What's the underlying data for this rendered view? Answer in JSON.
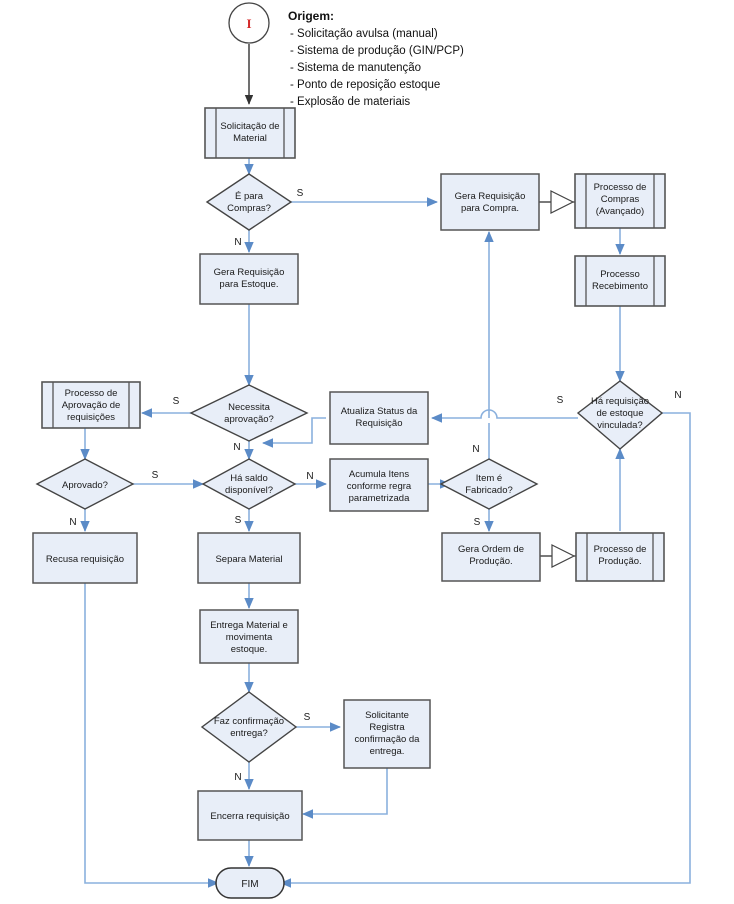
{
  "diagram": {
    "title_block": {
      "heading": "Origem:",
      "items": [
        "- Solicitação avulsa (manual)",
        "- Sistema de produção (GIN/PCP)",
        "- Sistema de manutenção",
        "- Ponto de reposição estoque",
        "- Explosão de materiais"
      ]
    },
    "colors": {
      "node_fill": "#e8eef8",
      "node_stroke": "#555555",
      "flow_line": "#8ab0dd",
      "dark_line": "#333333",
      "start_marker": "#d42a2a",
      "text": "#1a1a1a"
    },
    "nodes": {
      "start": {
        "label": "I",
        "shape": "start-circle"
      },
      "solicitacao_material": {
        "label_1": "Solicitação de",
        "label_2": "Material",
        "shape": "predefined-process"
      },
      "e_para_compras": {
        "label_1": "É para",
        "label_2": "Compras?",
        "shape": "decision"
      },
      "gera_req_compra": {
        "label_1": "Gera Requisição",
        "label_2": "para Compra.",
        "shape": "process"
      },
      "processo_compras": {
        "label_1": "Processo de",
        "label_2": "Compras",
        "label_3": "(Avançado)",
        "shape": "predefined-process"
      },
      "processo_recebimento": {
        "label_1": "Processo",
        "label_2": "Recebimento",
        "shape": "predefined-process"
      },
      "gera_req_estoque": {
        "label_1": "Gera Requisição",
        "label_2": "para Estoque.",
        "shape": "process"
      },
      "necessita_aprovacao": {
        "label_1": "Necessita",
        "label_2": "aprovação?",
        "shape": "decision"
      },
      "processo_aprovacao": {
        "label_1": "Processo de",
        "label_2": "Aprovação de",
        "label_3": "requisições",
        "shape": "predefined-process"
      },
      "aprovado": {
        "label_1": "Aprovado?",
        "shape": "decision"
      },
      "recusa_requisicao": {
        "label_1": "Recusa requisição",
        "shape": "process"
      },
      "ha_saldo": {
        "label_1": "Há saldo",
        "label_2": "disponível?",
        "shape": "decision"
      },
      "atualiza_status": {
        "label_1": "Atualiza Status da",
        "label_2": "Requisição",
        "shape": "process"
      },
      "acumula_itens": {
        "label_1": "Acumula Itens",
        "label_2": "conforme regra",
        "label_3": "parametrizada",
        "shape": "process"
      },
      "item_fabricado": {
        "label_1": "Item é",
        "label_2": "Fabricado?",
        "shape": "decision"
      },
      "ha_requisicao_estoque": {
        "label_1": "Há requisição",
        "label_2": "de estoque",
        "label_3": "vinculada?",
        "shape": "decision"
      },
      "gera_ordem_producao": {
        "label_1": "Gera Ordem de",
        "label_2": "Produção.",
        "shape": "process"
      },
      "processo_producao": {
        "label_1": "Processo de",
        "label_2": "Produção.",
        "shape": "predefined-process"
      },
      "separa_material": {
        "label_1": "Separa Material",
        "shape": "process"
      },
      "entrega_material": {
        "label_1": "Entrega Material e",
        "label_2": "movimenta",
        "label_3": "estoque.",
        "shape": "process"
      },
      "faz_confirmacao": {
        "label_1": "Faz confirmação",
        "label_2": "entrega?",
        "shape": "decision"
      },
      "solicitante_registra": {
        "label_1": "Solicitante",
        "label_2": "Registra",
        "label_3": "confirmação da",
        "label_4": "entrega.",
        "shape": "process"
      },
      "encerra_requisicao": {
        "label_1": "Encerra requisição",
        "shape": "process"
      },
      "fim": {
        "label": "FIM",
        "shape": "terminator"
      }
    },
    "edge_labels": {
      "compras_s": "S",
      "compras_n": "N",
      "aprovacao_s": "S",
      "aprovacao_n": "N",
      "aprovado_s": "S",
      "aprovado_n": "N",
      "saldo_n": "N",
      "saldo_s": "S",
      "fabricado_n": "N",
      "fabricado_s": "S",
      "vinculada_s": "S",
      "vinculada_n": "N",
      "confirmacao_s": "S",
      "confirmacao_n": "N"
    }
  }
}
